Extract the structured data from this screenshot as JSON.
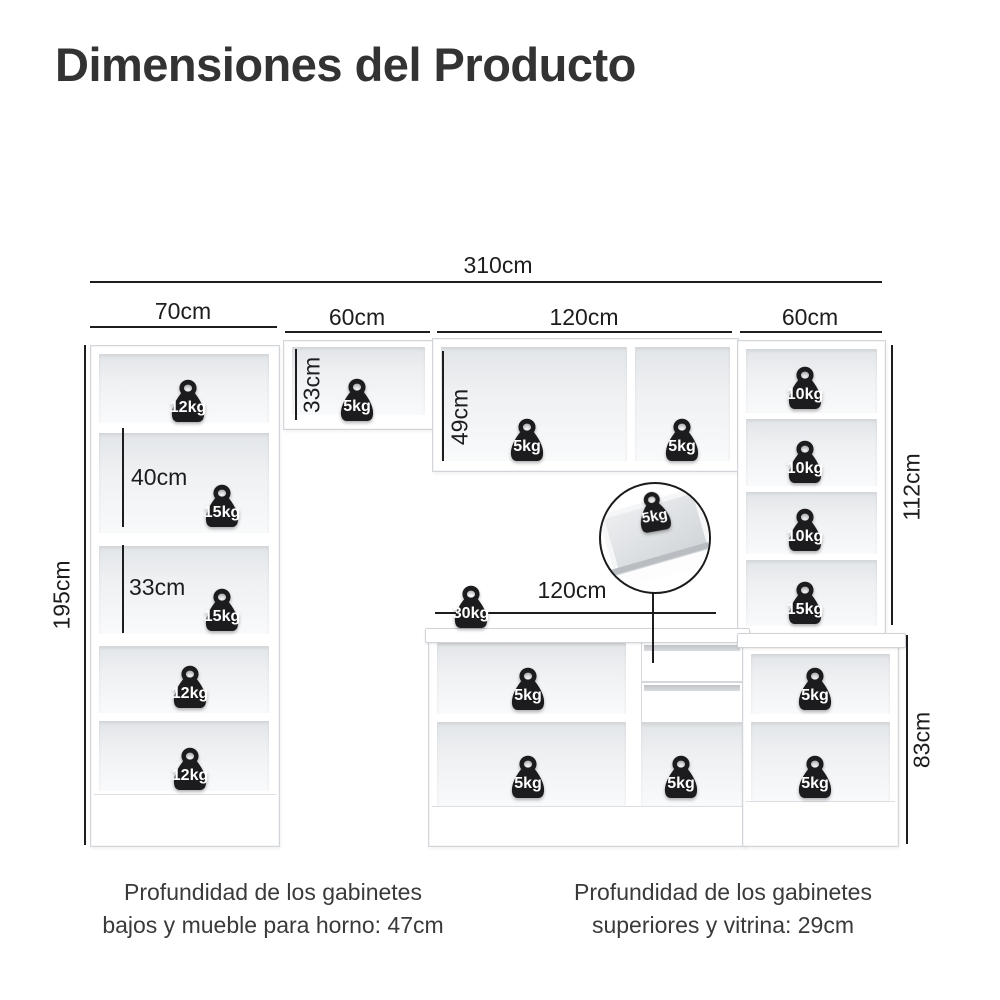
{
  "title": "Dimensiones del Producto",
  "dims": {
    "total_width": "310cm",
    "sec_left": "70cm",
    "sec_upper_small": "60cm",
    "sec_upper_wide": "120cm",
    "sec_hutch": "60cm",
    "left_height": "195cm",
    "left_comp_40": "40cm",
    "left_comp_33": "33cm",
    "upper_small_height": "33cm",
    "upper_wide_height": "49cm",
    "hutch_height": "112cm",
    "base_width": "120cm",
    "base_height": "83cm"
  },
  "weights": [
    {
      "label": "12kg",
      "location": "left-cabinet-top-compartment"
    },
    {
      "label": "15kg",
      "location": "left-cabinet-40cm-compartment"
    },
    {
      "label": "15kg",
      "location": "left-cabinet-33cm-compartment"
    },
    {
      "label": "12kg",
      "location": "left-cabinet-fourth-compartment"
    },
    {
      "label": "12kg",
      "location": "left-cabinet-bottom-compartment"
    },
    {
      "label": "5kg",
      "location": "upper-small-cabinet"
    },
    {
      "label": "5kg",
      "location": "upper-wide-cabinet-left"
    },
    {
      "label": "5kg",
      "location": "upper-wide-cabinet-right"
    },
    {
      "label": "10kg",
      "location": "hutch-shelf-1"
    },
    {
      "label": "10kg",
      "location": "hutch-shelf-2"
    },
    {
      "label": "10kg",
      "location": "hutch-shelf-3"
    },
    {
      "label": "15kg",
      "location": "hutch-shelf-4"
    },
    {
      "label": "30kg",
      "location": "countertop"
    },
    {
      "label": "5kg",
      "location": "middle-base-upper-left"
    },
    {
      "label": "5kg",
      "location": "middle-base-lower-left"
    },
    {
      "label": "5kg",
      "location": "middle-base-lower-right"
    },
    {
      "label": "5kg",
      "location": "right-base-upper"
    },
    {
      "label": "5kg",
      "location": "right-base-lower"
    },
    {
      "label": "5kg",
      "location": "drawer-inset"
    }
  ],
  "footnotes": {
    "left": "Profundidad de los gabinetes\nbajos y mueble para horno: 47cm",
    "right": "Profundidad de los gabinetes\nsuperiores y vitrina: 29cm"
  },
  "colors": {
    "ink": "#1d1d1f",
    "title": "#333333",
    "weight_fill": "#1c1c1e",
    "weight_text": "#ffffff",
    "cabinet_border": "#d2d6da",
    "compartment_shade": "#e2e5e8"
  }
}
